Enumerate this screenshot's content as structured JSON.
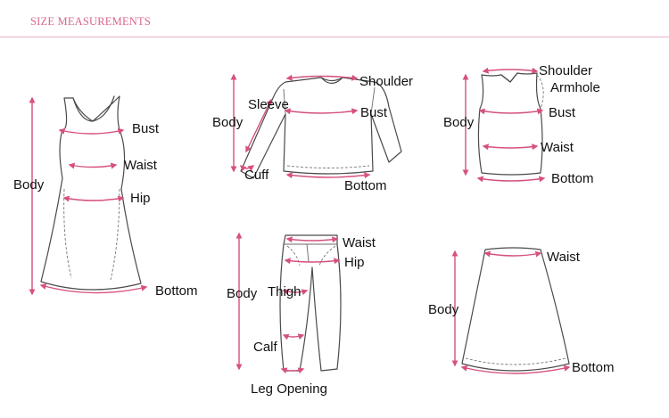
{
  "header": {
    "title": "SIZE MEASUREMENTS"
  },
  "colors": {
    "accent": "#d6507f",
    "outline": "#4a4a4a",
    "header": "#d9668f"
  },
  "dress": {
    "bust": "Bust",
    "waist": "Waist",
    "hip": "Hip",
    "body": "Body",
    "bottom": "Bottom"
  },
  "shirt": {
    "shoulder": "Shoulder",
    "sleeve": "Sleeve",
    "bust": "Bust",
    "body": "Body",
    "cuff": "Cuff",
    "bottom": "Bottom"
  },
  "vest": {
    "shoulder": "Shoulder",
    "armhole": "Armhole",
    "bust": "Bust",
    "body": "Body",
    "waist": "Waist",
    "bottom": "Bottom"
  },
  "pants": {
    "waist": "Waist",
    "hip": "Hip",
    "body": "Body",
    "thigh": "Thigh",
    "calf": "Calf",
    "leg_opening": "Leg Opening"
  },
  "skirt": {
    "waist": "Waist",
    "body": "Body",
    "bottom": "Bottom"
  }
}
